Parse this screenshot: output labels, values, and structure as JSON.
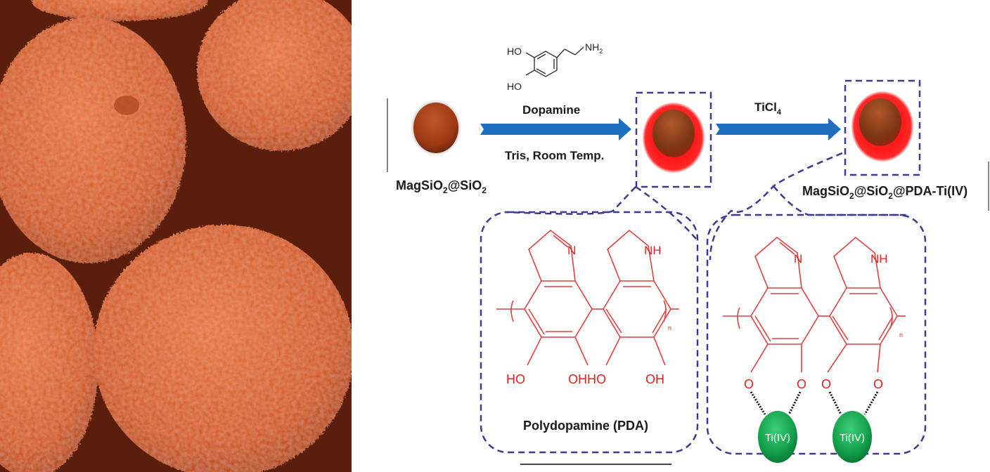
{
  "sem_image": {
    "description": "False-colored SEM micrograph of MagSiO2@SiO2@PDA-Ti(IV) microspheres",
    "background_color": "#5a1e0c",
    "sphere_color": "#d9602a"
  },
  "scheme": {
    "reagent_top": {
      "structure": "dopamine",
      "label_ho_top": "HO",
      "label_ho_bottom": "HO",
      "label_nh2": "NH",
      "label_nh2_sub": "2"
    },
    "step1": {
      "above_arrow": "Dopamine",
      "below_arrow": "Tris, Room Temp."
    },
    "step2": {
      "above_arrow_main": "TiCl",
      "above_arrow_sub": "4"
    },
    "particles": {
      "start_label": {
        "p1": "MagSiO",
        "s1": "2",
        "p2": "@SiO",
        "s2": "2"
      },
      "end_label": {
        "p1": "MagSiO",
        "s1": "2",
        "p2": "@SiO",
        "s2": "2",
        "p3": "@PDA-Ti(IV)"
      }
    },
    "pda_panel": {
      "n_label": "N",
      "nh_label": "NH",
      "oh_labels": [
        "HO",
        "OHHO",
        "OH"
      ],
      "subscript_n": "n",
      "caption": "Polydopamine (PDA)"
    },
    "ti_panel": {
      "n_label": "N",
      "nh_label": "NH",
      "o_labels": [
        "O",
        "O",
        "O",
        "O"
      ],
      "subscript_n": "n",
      "ti_labels": [
        "Ti(IV)",
        "Ti(IV)"
      ]
    },
    "colors": {
      "arrow": "#1e6fc0",
      "dashed_box": "#3d3a8f",
      "chem_red": "#e02020",
      "ti_green": "#12a04a",
      "core_brown": "#9e3a12",
      "shell_red": "#ff1a1a"
    }
  }
}
